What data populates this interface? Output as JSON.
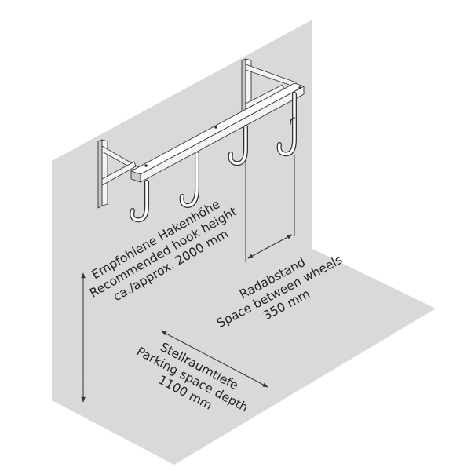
{
  "labels": {
    "hook_height": {
      "line1": "Empfohlene Hakenhöhe",
      "line2": "Recommended hook height",
      "line3": "ca./approx. 2000 mm"
    },
    "wheel_spacing": {
      "line1": "Radabstand",
      "line2": "Space between wheels",
      "line3": "350 mm"
    },
    "parking_depth": {
      "line1": "Stellraumtiefe",
      "line2": "Parking space depth",
      "line3": "1100 mm"
    }
  },
  "colors": {
    "wall": "#d9d9d9",
    "floor": "#d9d9d9",
    "rack_front": "#f4f4f4",
    "rack_top": "#ffffff",
    "rack_side": "#c8c8c8",
    "line": "#333333"
  }
}
